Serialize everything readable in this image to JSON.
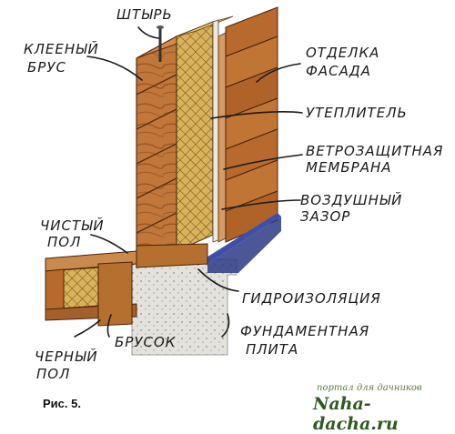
{
  "labels": {
    "pin": "ШТЫРЬ",
    "glued_beam_1": "КЛЕЕНЫЙ",
    "glued_beam_2": "БРУС",
    "facade_1": "ОТДЕЛКА",
    "facade_2": "ФАСАДА",
    "insulation": "УТЕПЛИТЕЛЬ",
    "membrane_1": "ВЕТРОЗАЩИТНАЯ",
    "membrane_2": "МЕМБРАНА",
    "air_gap_1": "ВОЗДУШНЫЙ",
    "air_gap_2": "ЗАЗОР",
    "finish_floor_1": "ЧИСТЫЙ",
    "finish_floor_2": "ПОЛ",
    "waterproofing": "ГИДРОИЗОЛЯЦИЯ",
    "slab_1": "ФУНДАМЕНТНАЯ",
    "slab_2": "ПЛИТА",
    "subfloor_1": "ЧЕРНЫЙ",
    "subfloor_2": "ПОЛ",
    "bar": "БРУСОК"
  },
  "caption": "Рис. 5.",
  "watermark": {
    "top": "портал для дачников",
    "main": "Naha-dacha.ru"
  },
  "colors": {
    "wood": "#c1773a",
    "wood_dark": "#8a4a1e",
    "siding": "#b86a2e",
    "insulation": "#d9b25a",
    "membrane": "#3f4fa8",
    "concrete": "#e4e2dc",
    "ink": "#1a1a1a"
  }
}
